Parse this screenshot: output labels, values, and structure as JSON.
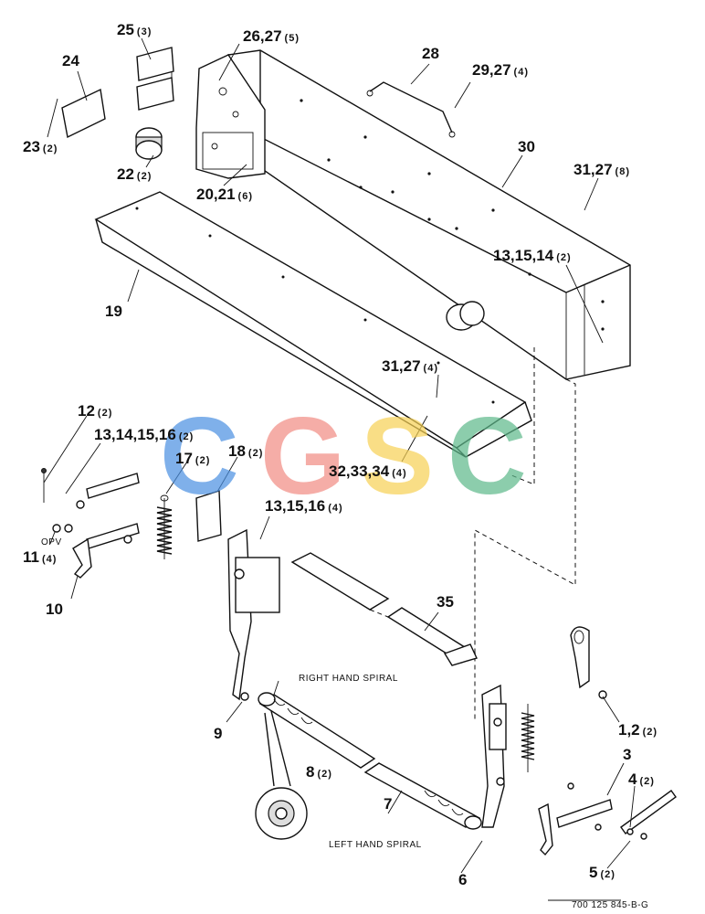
{
  "callouts": {
    "c25": {
      "num": "25",
      "qty": "(3)"
    },
    "c26": {
      "num": "26,27",
      "qty": "(5)"
    },
    "c28": {
      "num": "28",
      "qty": ""
    },
    "c29": {
      "num": "29,27",
      "qty": "(4)"
    },
    "c24": {
      "num": "24",
      "qty": ""
    },
    "c23": {
      "num": "23",
      "qty": "(2)"
    },
    "c22": {
      "num": "22",
      "qty": "(2)"
    },
    "c30": {
      "num": "30",
      "qty": ""
    },
    "c31a": {
      "num": "31,27",
      "qty": "(8)"
    },
    "c20": {
      "num": "20,21",
      "qty": "(6)"
    },
    "c13a": {
      "num": "13,15,14",
      "qty": "(2)"
    },
    "c19": {
      "num": "19",
      "qty": ""
    },
    "c31b": {
      "num": "31,27",
      "qty": "(4)"
    },
    "c12": {
      "num": "12",
      "qty": "(2)"
    },
    "c13b": {
      "num": "13,14,15,16",
      "qty": "(2)"
    },
    "c17": {
      "num": "17",
      "qty": "(2)"
    },
    "c18": {
      "num": "18",
      "qty": "(2)"
    },
    "c32": {
      "num": "32,33,34",
      "qty": "(4)"
    },
    "c11": {
      "num": "11",
      "qty": "(4)"
    },
    "c13c": {
      "num": "13,15,16",
      "qty": "(4)"
    },
    "c10": {
      "num": "10",
      "qty": ""
    },
    "c35": {
      "num": "35",
      "qty": ""
    },
    "c9": {
      "num": "9",
      "qty": ""
    },
    "c1": {
      "num": "1,2",
      "qty": "(2)"
    },
    "c3": {
      "num": "3",
      "qty": ""
    },
    "c8": {
      "num": "8",
      "qty": "(2)"
    },
    "c4": {
      "num": "4",
      "qty": "(2)"
    },
    "c7": {
      "num": "7",
      "qty": ""
    },
    "c5": {
      "num": "5",
      "qty": "(2)"
    },
    "c6": {
      "num": "6",
      "qty": ""
    }
  },
  "notes": {
    "opv": "OPV",
    "right_spiral": "RIGHT HAND SPIRAL",
    "left_spiral": "LEFT HAND SPIRAL",
    "drawing_number": "700 125 845-B-G"
  },
  "watermark": {
    "text": "CGSC",
    "colors": [
      "#4a90e2",
      "#f28b82",
      "#f7d154",
      "#5cb88a"
    ]
  }
}
